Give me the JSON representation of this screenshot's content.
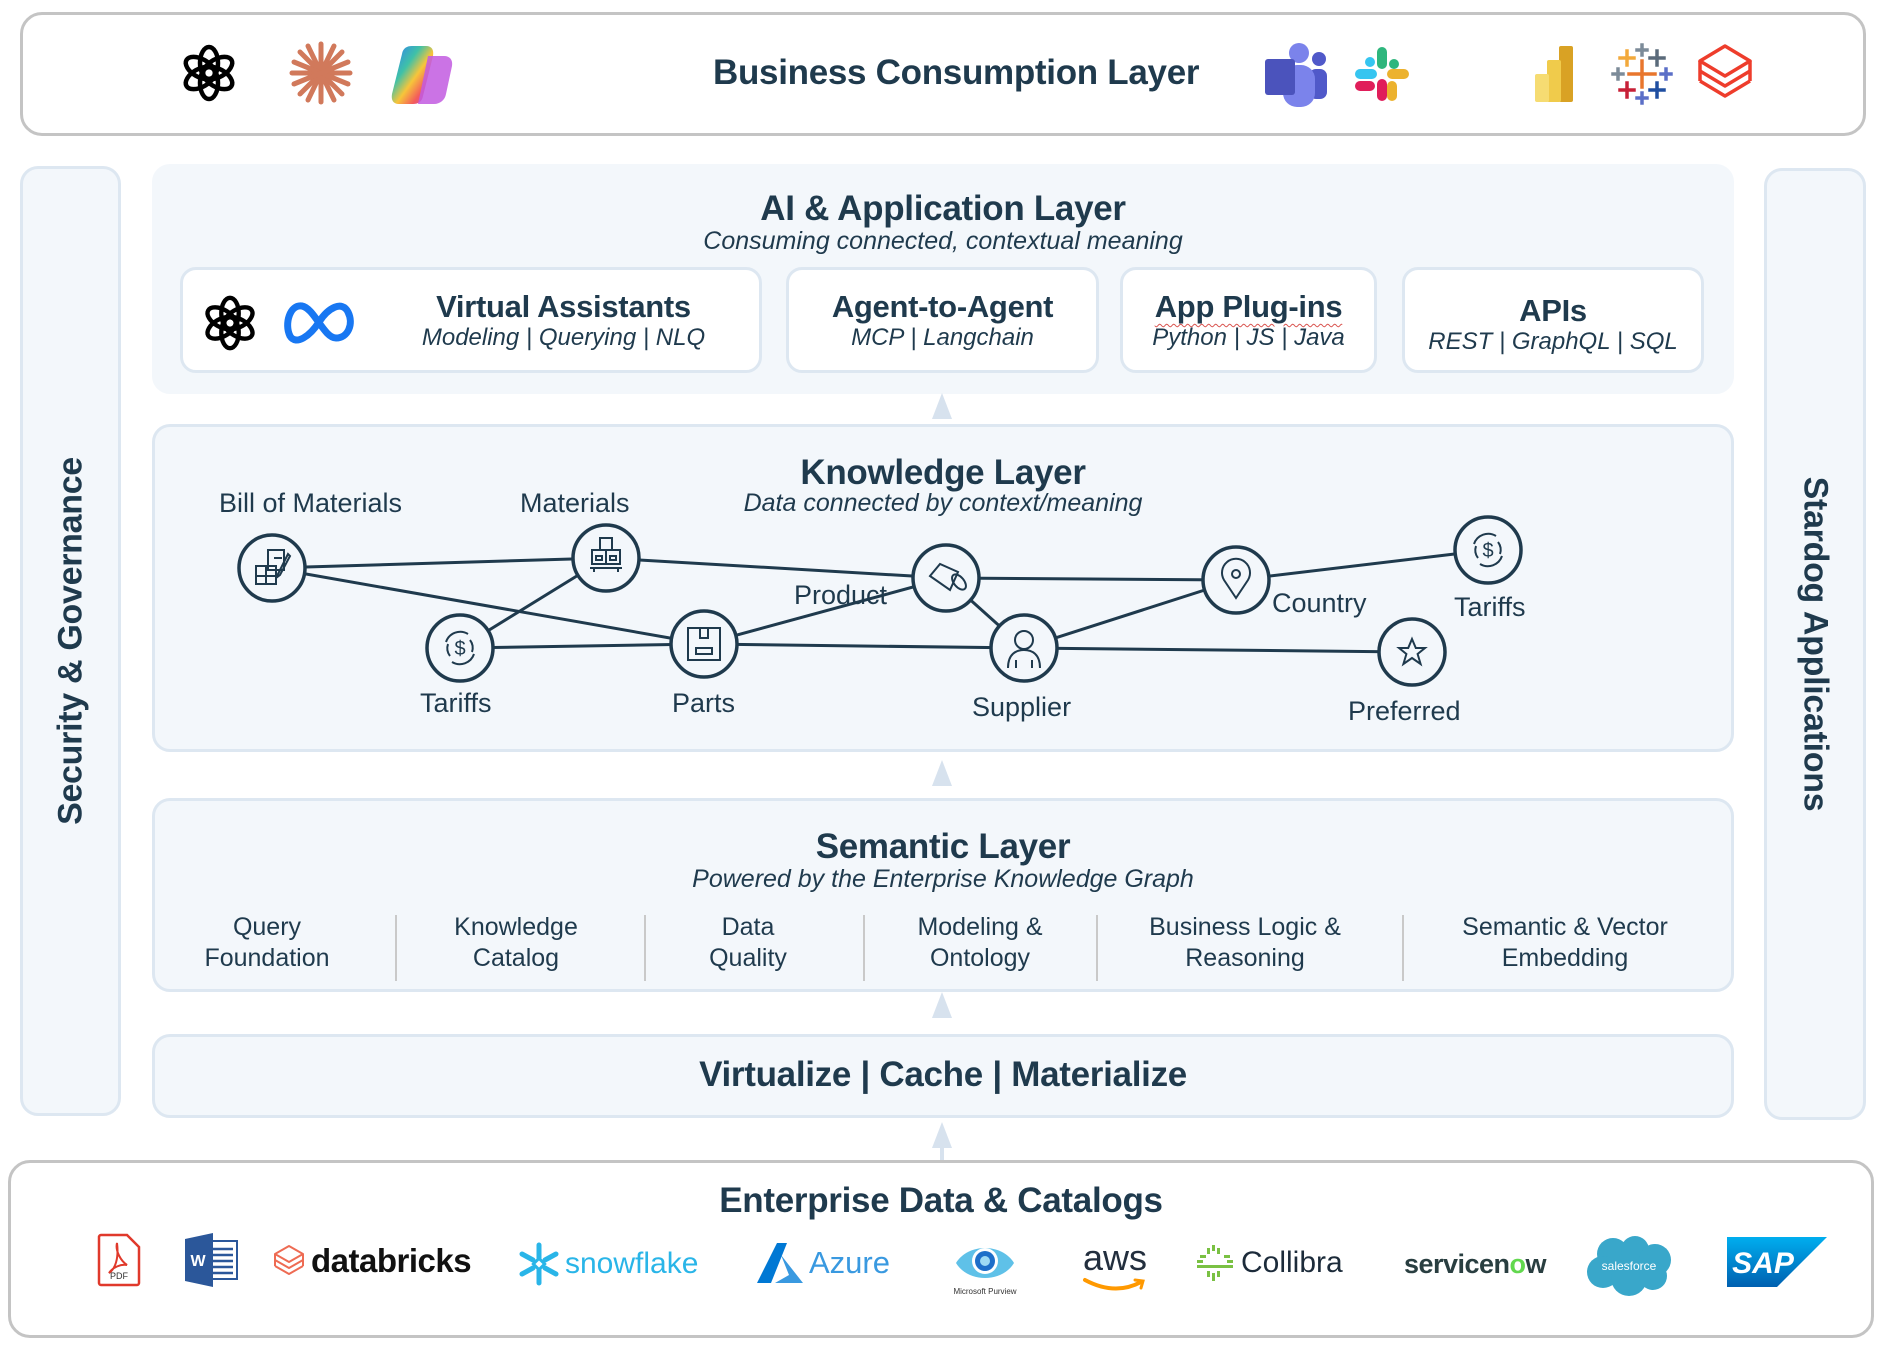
{
  "business_layer": {
    "title": "Business Consumption Layer",
    "left_logos": [
      "openai-logo",
      "claude-logo",
      "copilot-logo"
    ],
    "right_logos": [
      "teams-logo",
      "slack-logo",
      "powerbi-logo",
      "tableau-logo",
      "databricks-stack-logo"
    ]
  },
  "sidebars": {
    "left": "Security & Governance",
    "right": "Stardog Applications"
  },
  "ai_layer": {
    "title": "AI & Application Layer",
    "subtitle": "Consuming connected, contextual meaning",
    "cards": [
      {
        "title": "Virtual Assistants",
        "subtitle": "Modeling | Querying | NLQ",
        "logos": [
          "openai-logo",
          "meta-logo"
        ]
      },
      {
        "title": "Agent-to-Agent",
        "subtitle": "MCP | Langchain"
      },
      {
        "title": "App Plug-ins",
        "subtitle": "Python | JS | Java"
      },
      {
        "title": "APIs",
        "subtitle": "REST | GraphQL | SQL"
      }
    ]
  },
  "knowledge_layer": {
    "title": "Knowledge Layer",
    "subtitle": "Data connected by context/meaning",
    "nodes": [
      {
        "id": "bom",
        "label": "Bill of Materials",
        "icon": "clipboard-boxes-icon"
      },
      {
        "id": "materials",
        "label": "Materials",
        "icon": "pallet-boxes-icon"
      },
      {
        "id": "tariffs1",
        "label": "Tariffs",
        "icon": "dollar-cycle-icon"
      },
      {
        "id": "parts",
        "label": "Parts",
        "icon": "box-icon"
      },
      {
        "id": "product",
        "label": "Product",
        "icon": "tag-icon"
      },
      {
        "id": "supplier",
        "label": "Supplier",
        "icon": "person-icon"
      },
      {
        "id": "country",
        "label": "Country",
        "icon": "map-pin-icon"
      },
      {
        "id": "tariffs2",
        "label": "Tariffs",
        "icon": "dollar-cycle-icon"
      },
      {
        "id": "preferred",
        "label": "Preferred",
        "icon": "star-icon"
      }
    ],
    "edges": [
      [
        "bom",
        "materials"
      ],
      [
        "bom",
        "parts"
      ],
      [
        "materials",
        "tariffs1"
      ],
      [
        "materials",
        "product"
      ],
      [
        "tariffs1",
        "parts"
      ],
      [
        "parts",
        "product"
      ],
      [
        "parts",
        "supplier"
      ],
      [
        "product",
        "country"
      ],
      [
        "product",
        "supplier"
      ],
      [
        "supplier",
        "country"
      ],
      [
        "supplier",
        "preferred"
      ],
      [
        "country",
        "tariffs2"
      ]
    ]
  },
  "semantic_layer": {
    "title": "Semantic Layer",
    "subtitle": "Powered by the Enterprise Knowledge Graph",
    "items": [
      [
        "Query",
        "Foundation"
      ],
      [
        "Knowledge",
        "Catalog"
      ],
      [
        "Data",
        "Quality"
      ],
      [
        "Modeling &",
        "Ontology"
      ],
      [
        "Business Logic &",
        "Reasoning"
      ],
      [
        "Semantic & Vector",
        "Embedding"
      ]
    ]
  },
  "virtualize_layer": {
    "title": "Virtualize | Cache | Materialize"
  },
  "enterprise_layer": {
    "title": "Enterprise Data & Catalogs",
    "logos": {
      "pdf": "PDF",
      "word": "W",
      "databricks": "databricks",
      "snowflake": "snowflake",
      "azure": "Azure",
      "purview": "Microsoft Purview",
      "aws": "aws",
      "collibra": "Collibra",
      "servicenow_a": "servicen",
      "servicenow_b": "w",
      "salesforce": "salesforce",
      "sap": "SAP"
    }
  },
  "colors": {
    "text": "#1f3a4d",
    "panel_bg": "#f3f7fb",
    "panel_border": "#dde7f1",
    "outer_border": "#c4c4c4"
  }
}
